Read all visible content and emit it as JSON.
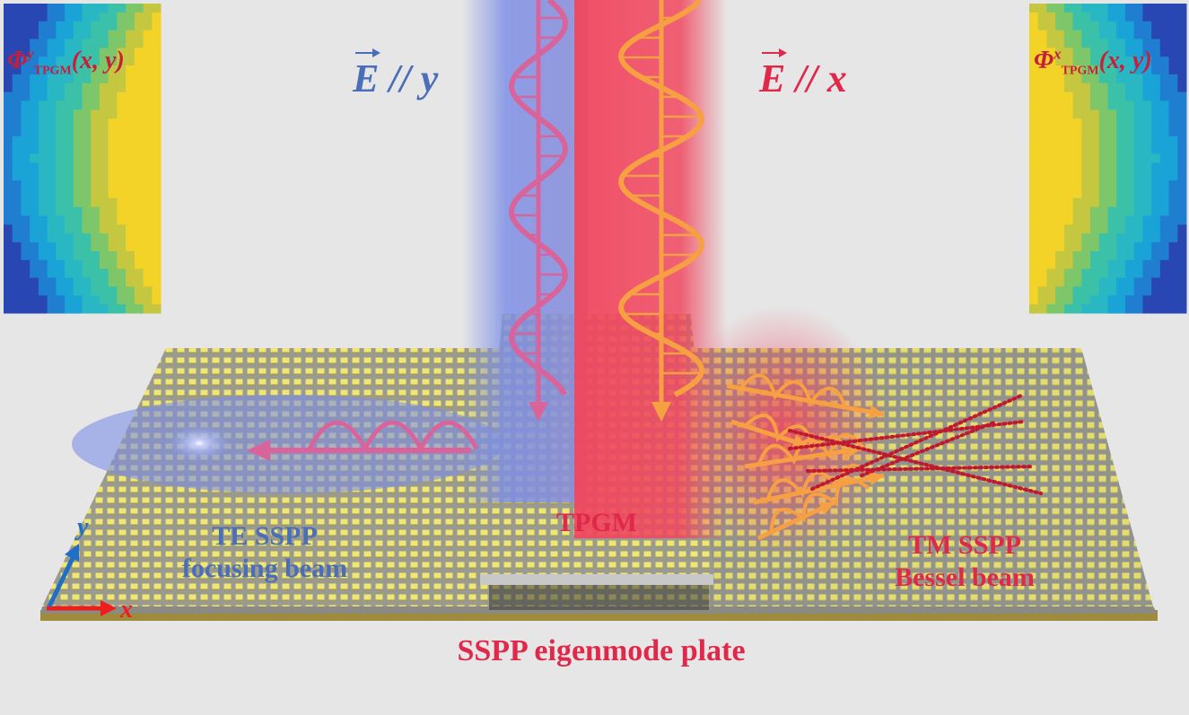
{
  "labels": {
    "phase_y": {
      "symbol": "Φ",
      "sup": "y",
      "sub": "TPGM",
      "args": "(x, y)"
    },
    "phase_x": {
      "symbol": "Φ",
      "sup": "x",
      "sub": "TPGM",
      "args": "(x, y)"
    },
    "efield_y": {
      "E": "E",
      "pol": " // y"
    },
    "efield_x": {
      "E": "E",
      "pol": " // x"
    },
    "te_line1": "TE SSPP",
    "te_line2": "focusing beam",
    "tpgm": "TPGM",
    "tm_line1": "TM SSPP",
    "tm_line2": "Bessel beam",
    "plate": "SSPP eigenmode plate",
    "axis_x": "x",
    "axis_y": "y"
  },
  "colors": {
    "background": "#e6e6e6",
    "blue_beam": "#7d8fe6",
    "red_beam": "#f0475f",
    "blue_text": "#4a6fb8",
    "red_text": "#e0294a",
    "pink_wave": "#d9649b",
    "orange_wave": "#f7a043",
    "gold_pillar": "#e8e06a",
    "axis_x": "#ee1c1c",
    "axis_y": "#1f6fc7"
  },
  "phase_maps": {
    "left": {
      "profile": "bowed-left"
    },
    "right": {
      "profile": "bowed-right"
    }
  }
}
